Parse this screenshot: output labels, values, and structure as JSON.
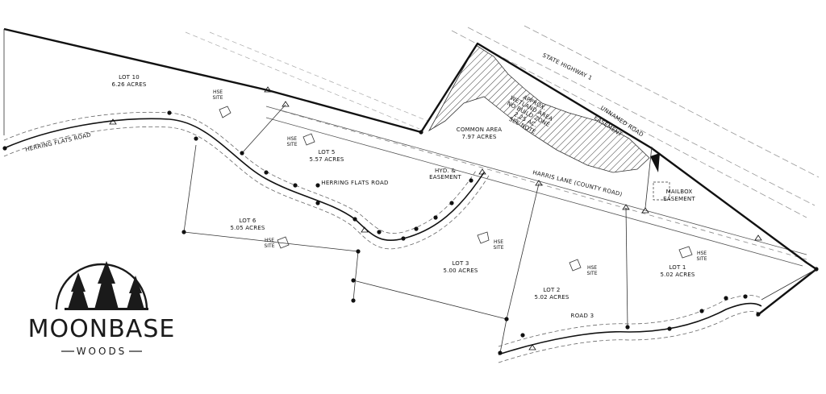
{
  "logo": {
    "name": "MOONBASE",
    "sub": "WOODS"
  },
  "lots": [
    {
      "name": "LOT 10",
      "acres": "6.26 ACRES"
    },
    {
      "name": "LOT 5",
      "acres": "5.57 ACRES"
    },
    {
      "name": "LOT 6",
      "acres": "5.05 ACRES"
    },
    {
      "name": "LOT 3",
      "acres": "5.00 ACRES"
    },
    {
      "name": "LOT 2",
      "acres": "5.02 ACRES"
    },
    {
      "name": "LOT 1",
      "acres": "5.02 ACRES"
    },
    {
      "name": "COMMON AREA",
      "acres": "7.97 ACRES"
    }
  ],
  "roads": {
    "herring_west": "HERRING FLATS ROAD",
    "herring_center": "HERRING FLATS ROAD",
    "harris": "HARRIS LANE (COUNTY ROAD)",
    "highway": "STATE HIGHWAY 1",
    "road3": "ROAD 3",
    "unnamed_1": "UNNAMED ROAD",
    "unnamed_2": "EASEMENT"
  },
  "notes": {
    "wetland": [
      "APPROX.",
      "WETLAND AREA",
      "NO BUILD ZONE",
      "2.25 AC.",
      "SEE NOTE"
    ],
    "hyd": [
      "HYD. &",
      "EASEMENT"
    ],
    "mailbox": [
      "MAILBOX",
      "EASEMENT"
    ],
    "hse": [
      "HSE",
      "SITE"
    ]
  }
}
